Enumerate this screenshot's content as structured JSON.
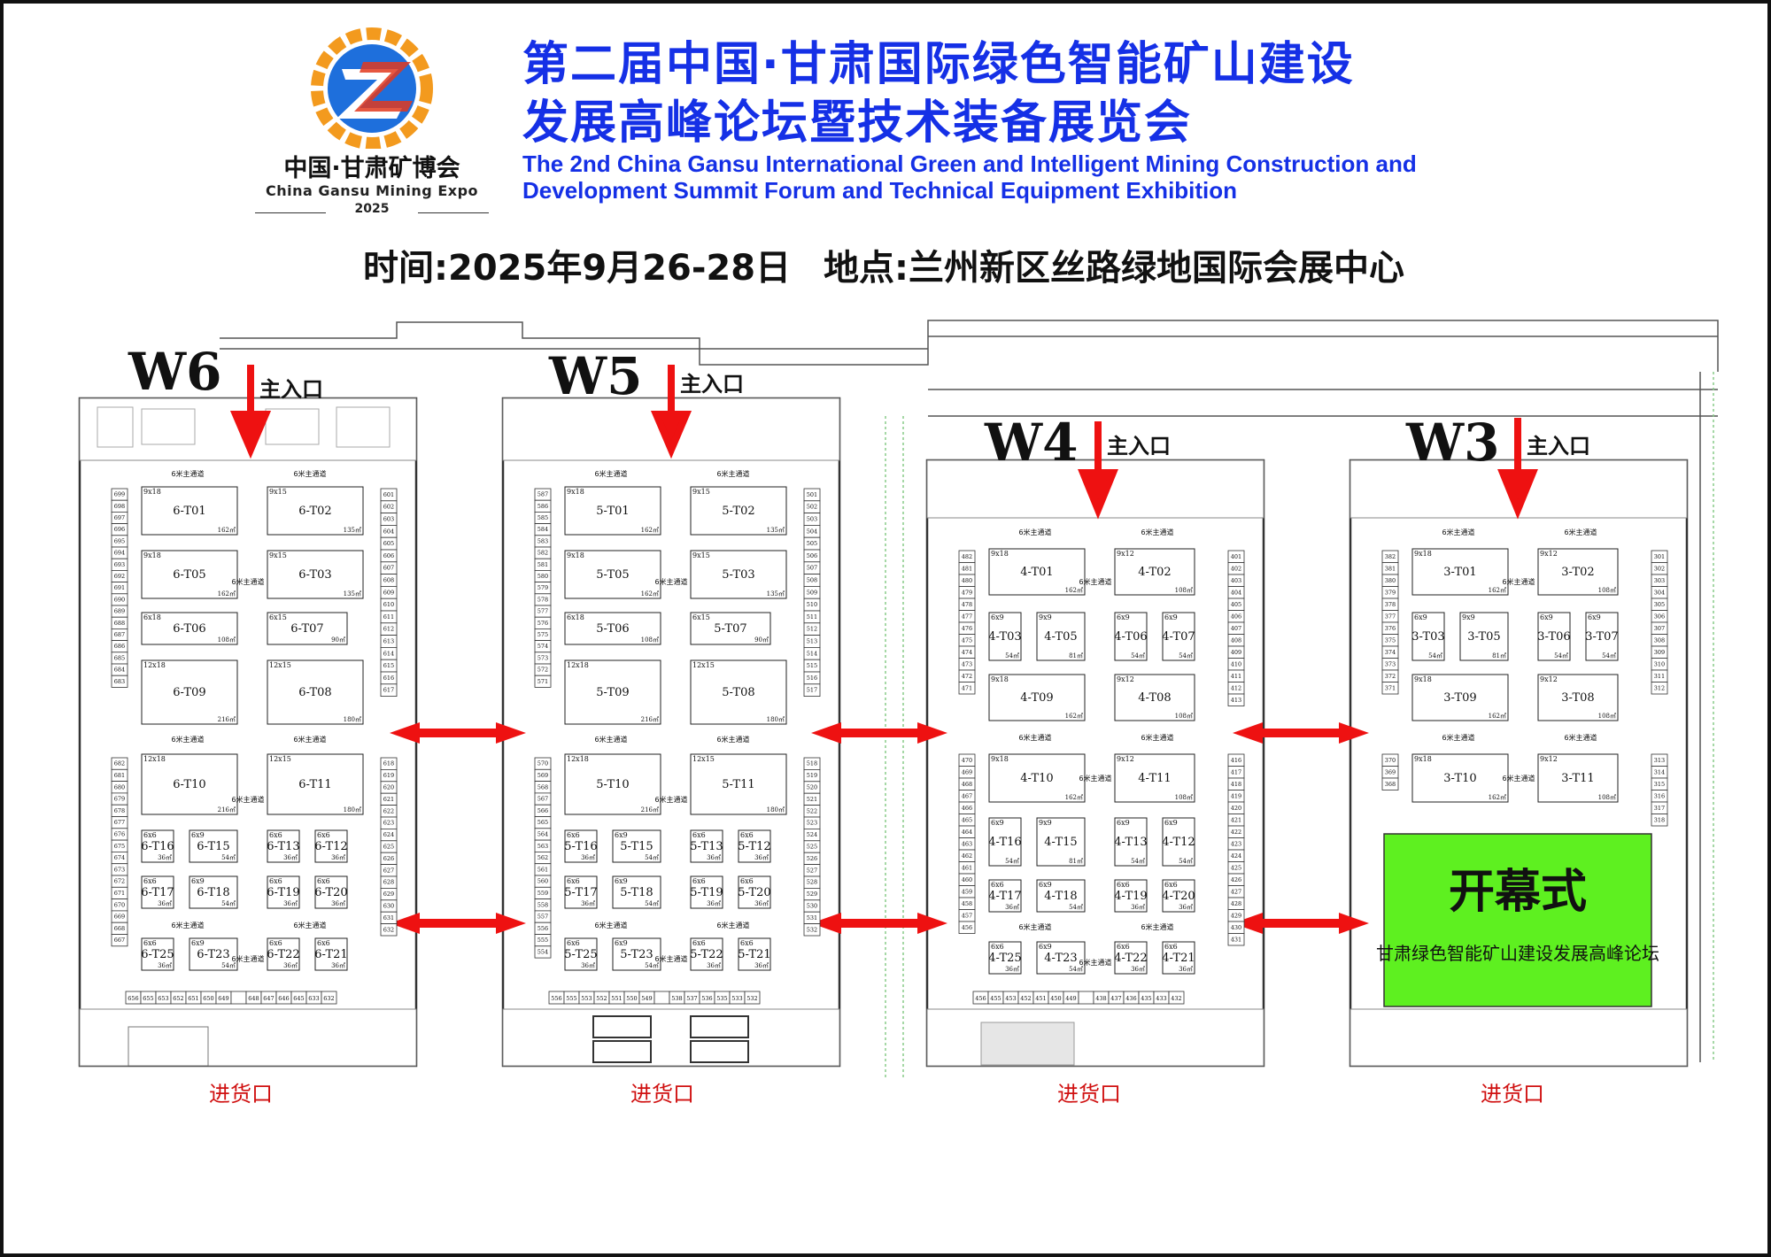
{
  "logo": {
    "name_cn": "中国·甘肃矿博会",
    "name_en": "China Gansu Mining Expo",
    "year": "2025",
    "colors": {
      "orange": "#f39a1e",
      "blue": "#1e6fdc",
      "red": "#e23a1e"
    }
  },
  "title": {
    "cn_line1": "第二届中国·甘肃国际绿色智能矿山建设",
    "cn_line2": "发展高峰论坛暨技术装备展览会",
    "en_line1": "The 2nd China Gansu International Green and Intelligent Mining Construction and",
    "en_line2": "Development Summit Forum and Technical Equipment Exhibition"
  },
  "event": {
    "time": "时间:2025年9月26-28日",
    "place": "地点:兰州新区丝路绿地国际会展中心"
  },
  "map": {
    "entrance_label": "主入口",
    "loading_label": "进货口",
    "aisle_label": "6米主通道",
    "halls": [
      "W6",
      "W5",
      "W4",
      "W3"
    ],
    "ceremony": {
      "title": "开幕式",
      "subtitle": "甘肃绿色智能矿山建设发展高峰论坛",
      "color": "#5ef020"
    },
    "arrow_color": "#ee1111"
  }
}
